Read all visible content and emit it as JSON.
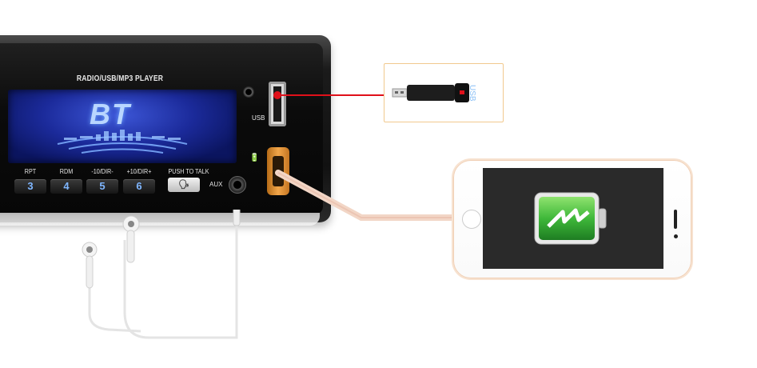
{
  "head_unit": {
    "title": "RADIO/USB/MP3 PLAYER",
    "display_text": "BT",
    "buttons": [
      {
        "label": "RPT",
        "number": "3"
      },
      {
        "label": "RDM",
        "number": "4"
      },
      {
        "label": "-10/DIR-",
        "number": "5"
      },
      {
        "label": "+10/DIR+",
        "number": "6"
      }
    ],
    "push_to_talk_label": "PUSH TO TALK",
    "aux_label": "AUX",
    "usb_label": "USB"
  },
  "usb_device": {
    "label": "USB"
  },
  "icons": {
    "phone_battery": "charging-battery-icon",
    "charge_port": "charging-icon",
    "talk": "voice-icon"
  },
  "colors": {
    "usb_line": "#e0101a",
    "display_glow": "#3d57d8",
    "battery_green": "#3fb83a",
    "charge_port": "#e99a3c"
  }
}
